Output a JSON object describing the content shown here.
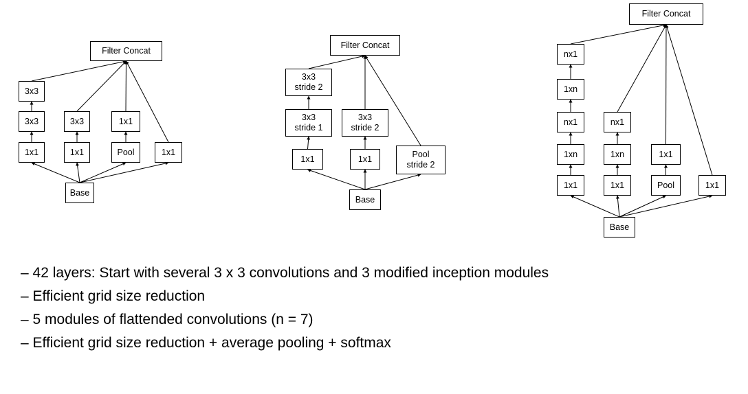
{
  "diagrams": [
    {
      "id": "module-a",
      "top": {
        "label": "Filter Concat"
      },
      "base": {
        "label": "Base"
      },
      "branches": [
        {
          "layers": [
            "1x1",
            "3x3",
            "3x3"
          ]
        },
        {
          "layers": [
            "1x1",
            "3x3"
          ]
        },
        {
          "layers": [
            "Pool",
            "1x1"
          ]
        },
        {
          "layers": [
            "1x1"
          ]
        }
      ]
    },
    {
      "id": "module-b",
      "top": {
        "label": "Filter Concat"
      },
      "base": {
        "label": "Base"
      },
      "branches": [
        {
          "layers": [
            "1x1",
            "3x3\nstride 1",
            "3x3\nstride 2"
          ]
        },
        {
          "layers": [
            "1x1",
            "3x3\nstride 2"
          ]
        },
        {
          "layers": [
            "Pool\nstride 2"
          ]
        }
      ]
    },
    {
      "id": "module-c",
      "top": {
        "label": "Filter Concat"
      },
      "base": {
        "label": "Base"
      },
      "branches": [
        {
          "layers": [
            "1x1",
            "1xn",
            "nx1",
            "1xn",
            "nx1"
          ]
        },
        {
          "layers": [
            "1x1",
            "1xn",
            "nx1"
          ]
        },
        {
          "layers": [
            "Pool",
            "1x1"
          ]
        },
        {
          "layers": [
            "1x1"
          ]
        }
      ]
    }
  ],
  "bullets": [
    "– 42 layers: Start with several 3 x 3 convolutions and 3 modified inception modules",
    "– Efficient grid size reduction",
    "– 5 modules of flattended convolutions (n = 7)",
    "– Efficient grid size reduction + average pooling + softmax"
  ]
}
